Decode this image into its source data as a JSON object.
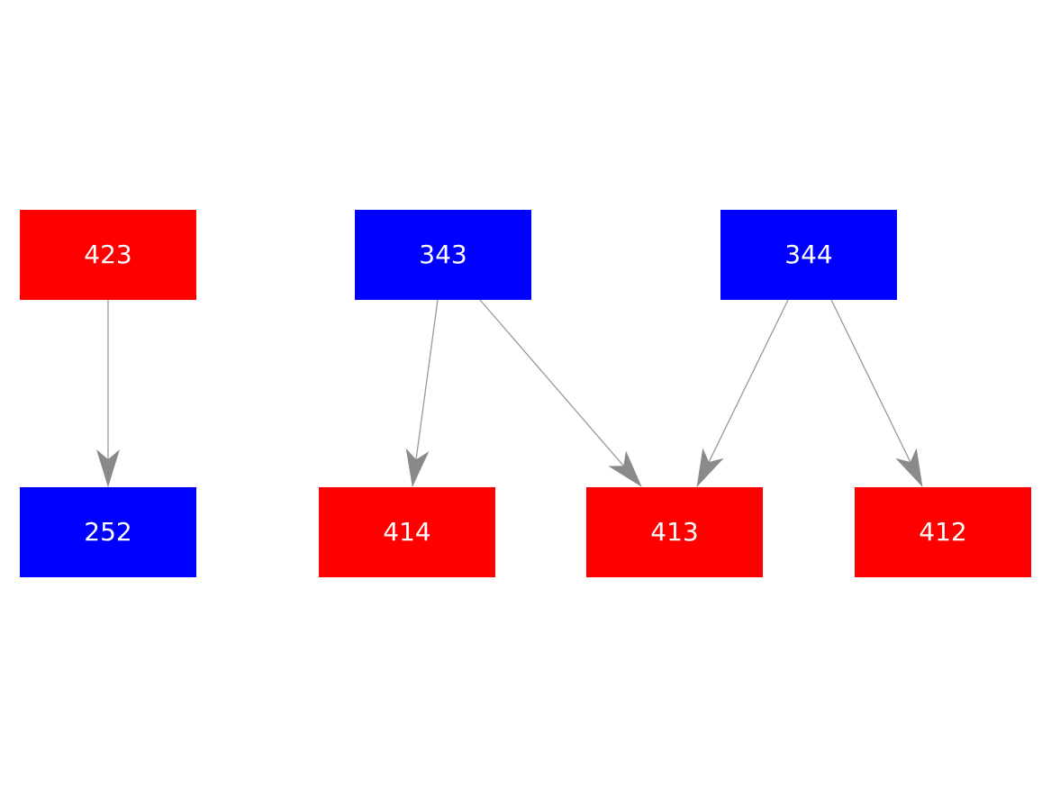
{
  "diagram": {
    "type": "directed-graph",
    "background": "#ffffff",
    "edge_color": "#999999",
    "arrowhead_color": "#8a8a8a",
    "node_text_color": "#ffffff",
    "node_colors": {
      "red": "#ff0000",
      "blue": "#0000ff"
    },
    "nodes": [
      {
        "id": "423",
        "label": "423",
        "color": "red",
        "row": "top"
      },
      {
        "id": "343",
        "label": "343",
        "color": "blue",
        "row": "top"
      },
      {
        "id": "344",
        "label": "344",
        "color": "blue",
        "row": "top"
      },
      {
        "id": "252",
        "label": "252",
        "color": "blue",
        "row": "bottom"
      },
      {
        "id": "414",
        "label": "414",
        "color": "red",
        "row": "bottom"
      },
      {
        "id": "413",
        "label": "413",
        "color": "red",
        "row": "bottom"
      },
      {
        "id": "412",
        "label": "412",
        "color": "red",
        "row": "bottom"
      }
    ],
    "edges": [
      {
        "from": "423",
        "to": "252"
      },
      {
        "from": "343",
        "to": "414"
      },
      {
        "from": "343",
        "to": "413"
      },
      {
        "from": "344",
        "to": "413"
      },
      {
        "from": "344",
        "to": "412"
      }
    ]
  }
}
